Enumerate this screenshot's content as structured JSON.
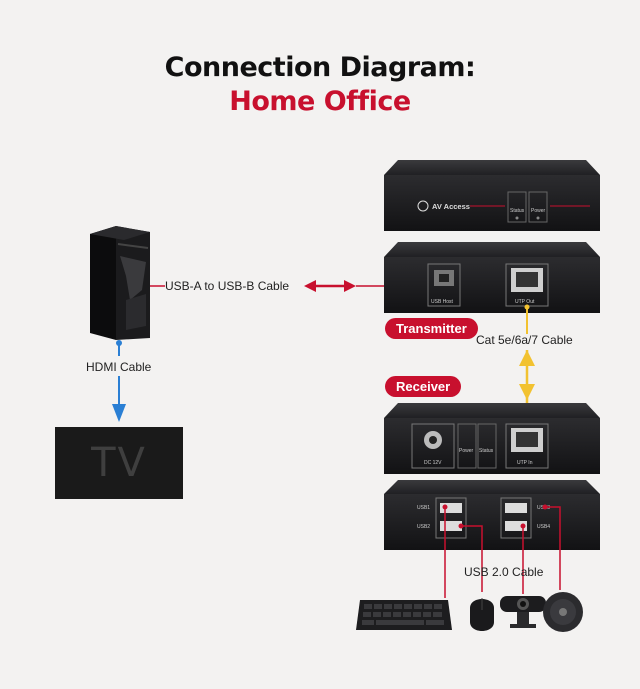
{
  "title": {
    "line1": "Connection Diagram:",
    "line2": "Home Office"
  },
  "labels": {
    "usb_cable": "USB-A to USB-B Cable",
    "hdmi_cable": "HDMI Cable",
    "cat_cable": "Cat 5e/6a/7 Cable",
    "usb2_cable": "USB 2.0 Cable"
  },
  "badges": {
    "transmitter": "Transmitter",
    "receiver": "Receiver"
  },
  "tv_text": "TV",
  "device_text": {
    "brand": "AV Access",
    "status": "Status",
    "power": "Power",
    "usb_host": "USB Host",
    "utp_out": "UTP Out",
    "dc": "DC 12V",
    "utp_in": "UTP In",
    "usb1": "USB1",
    "usb2": "USB2",
    "usb3": "USB3",
    "usb4": "USB4"
  },
  "colors": {
    "accent": "#c8102e",
    "cat_cable": "#f2c230",
    "hdmi_cable": "#2a7fd4",
    "device": "#1c1c1e"
  }
}
